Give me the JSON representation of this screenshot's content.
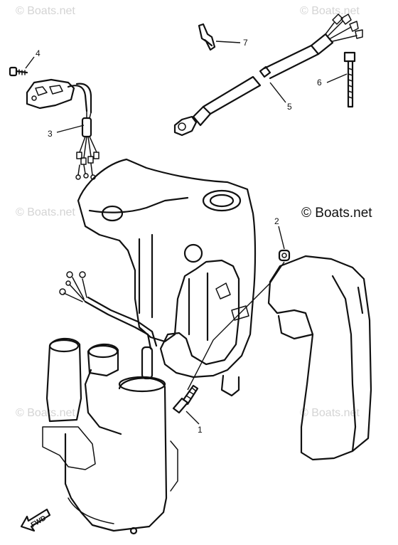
{
  "watermark": {
    "text": "© Boats.net",
    "primary_text": "© Boats.net",
    "faint_color": "#d4d4d4",
    "primary_color": "#111111"
  },
  "callouts": [
    "1",
    "2",
    "3",
    "4",
    "5",
    "6",
    "7"
  ],
  "direction_label": "FWD",
  "icons": [
    "fwd-arrow-icon"
  ]
}
